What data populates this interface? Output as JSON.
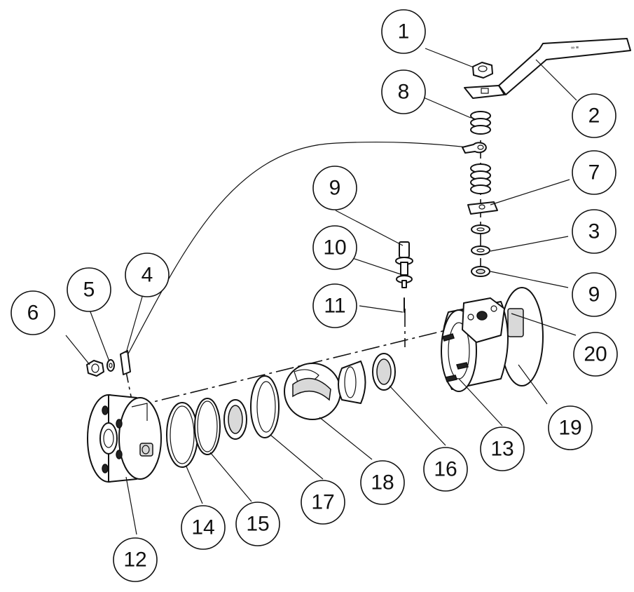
{
  "callouts": [
    {
      "id": "c1",
      "label": "1"
    },
    {
      "id": "c2",
      "label": "2"
    },
    {
      "id": "c3",
      "label": "3"
    },
    {
      "id": "c4",
      "label": "4"
    },
    {
      "id": "c5",
      "label": "5"
    },
    {
      "id": "c6",
      "label": "6"
    },
    {
      "id": "c7",
      "label": "7"
    },
    {
      "id": "c8",
      "label": "8"
    },
    {
      "id": "c9a",
      "label": "9"
    },
    {
      "id": "c9b",
      "label": "9"
    },
    {
      "id": "c10",
      "label": "10"
    },
    {
      "id": "c11",
      "label": "11"
    },
    {
      "id": "c12",
      "label": "12"
    },
    {
      "id": "c13",
      "label": "13"
    },
    {
      "id": "c14",
      "label": "14"
    },
    {
      "id": "c15",
      "label": "15"
    },
    {
      "id": "c16",
      "label": "16"
    },
    {
      "id": "c17",
      "label": "17"
    },
    {
      "id": "c18",
      "label": "18"
    },
    {
      "id": "c19",
      "label": "19"
    },
    {
      "id": "c20",
      "label": "20"
    }
  ]
}
